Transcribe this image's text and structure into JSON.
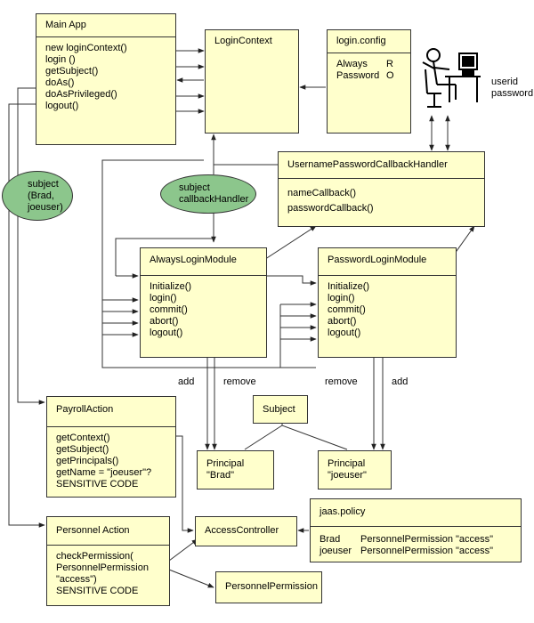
{
  "main_app": {
    "title": "Main App",
    "methods": [
      "new loginContext()",
      "login ()",
      "getSubject()",
      "doAs()",
      "doAsPrivileged()",
      "logout()"
    ]
  },
  "login_context": {
    "title": "LoginContext"
  },
  "login_config": {
    "title": "login.config",
    "entries": [
      {
        "name": "Always",
        "flag": "R"
      },
      {
        "name": "Password",
        "flag": "O"
      }
    ]
  },
  "user": {
    "userid": "userid",
    "password": "password"
  },
  "callback_handler": {
    "title": "UsernamePasswordCallbackHandler",
    "methods": [
      "nameCallback()",
      "passwordCallback()"
    ]
  },
  "subject_oval": {
    "lines": [
      "subject",
      "(Brad,",
      "joeuser)"
    ]
  },
  "callback_oval": {
    "lines": [
      "subject",
      "callbackHandler"
    ]
  },
  "always_module": {
    "title": "AlwaysLoginModule",
    "methods": [
      "Initialize()",
      "login()",
      "commit()",
      "abort()",
      "logout()"
    ]
  },
  "password_module": {
    "title": "PasswordLoginModule",
    "methods": [
      "Initialize()",
      "login()",
      "commit()",
      "abort()",
      "logout()"
    ]
  },
  "labels": {
    "add": "add",
    "remove": "remove"
  },
  "subject_box": {
    "title": "Subject"
  },
  "principal_brad": {
    "lines": [
      "Principal",
      "\"Brad\""
    ]
  },
  "principal_joeuser": {
    "lines": [
      "Principal",
      "\"joeuser\""
    ]
  },
  "payroll_action": {
    "title": "PayrollAction",
    "methods": [
      "getContext()",
      "getSubject()",
      "getPrincipals()",
      "getName = \"joeuser\"?",
      "SENSITIVE CODE"
    ]
  },
  "access_controller": {
    "title": "AccessController"
  },
  "jaas_policy": {
    "title": "jaas.policy",
    "entries": [
      {
        "name": "Brad",
        "perm": "PersonnelPermission \"access\""
      },
      {
        "name": "joeuser",
        "perm": "PersonnelPermission \"access\""
      }
    ]
  },
  "personnel_action": {
    "title": "Personnel Action",
    "methods": [
      "checkPermission(",
      "PersonnelPermission",
      "\"access\")",
      "SENSITIVE CODE"
    ]
  },
  "personnel_permission": {
    "title": "PersonnelPermission"
  }
}
